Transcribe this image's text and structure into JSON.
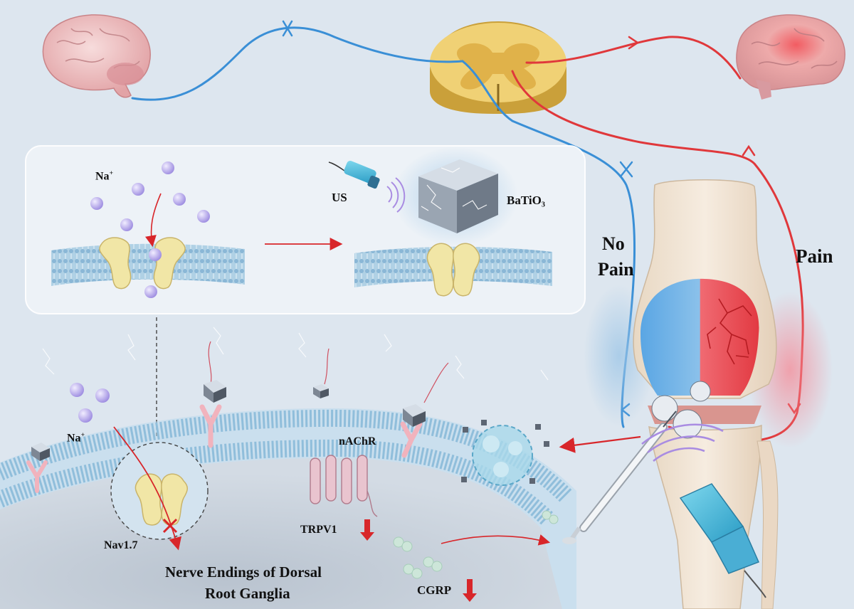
{
  "labels": {
    "na_top": "Na",
    "na_top_charge": "+",
    "us": "US",
    "batio3": "BaTiO₃",
    "no_pain_line1": "No",
    "no_pain_line2": "Pain",
    "pain": "Pain",
    "na_bottom": "Na",
    "na_bottom_charge": "+",
    "nachr": "nAChR",
    "nav17": "Nav1.7",
    "trpv1": "TRPV1",
    "cgrp": "CGRP",
    "nerve_line1": "Nerve Endings of Dorsal",
    "nerve_line2": "Root Ganglia"
  },
  "colors": {
    "background": "#dde6ef",
    "no_pain_pathway": "#3a8fd6",
    "pain_pathway": "#e0383b",
    "spinal_cord": "#e8c253",
    "channel_protein": "#f1e6a6",
    "sodium_ion": "#b7a8ec",
    "receptor": "#f1b3bd",
    "membrane": "#8fbbd8"
  }
}
